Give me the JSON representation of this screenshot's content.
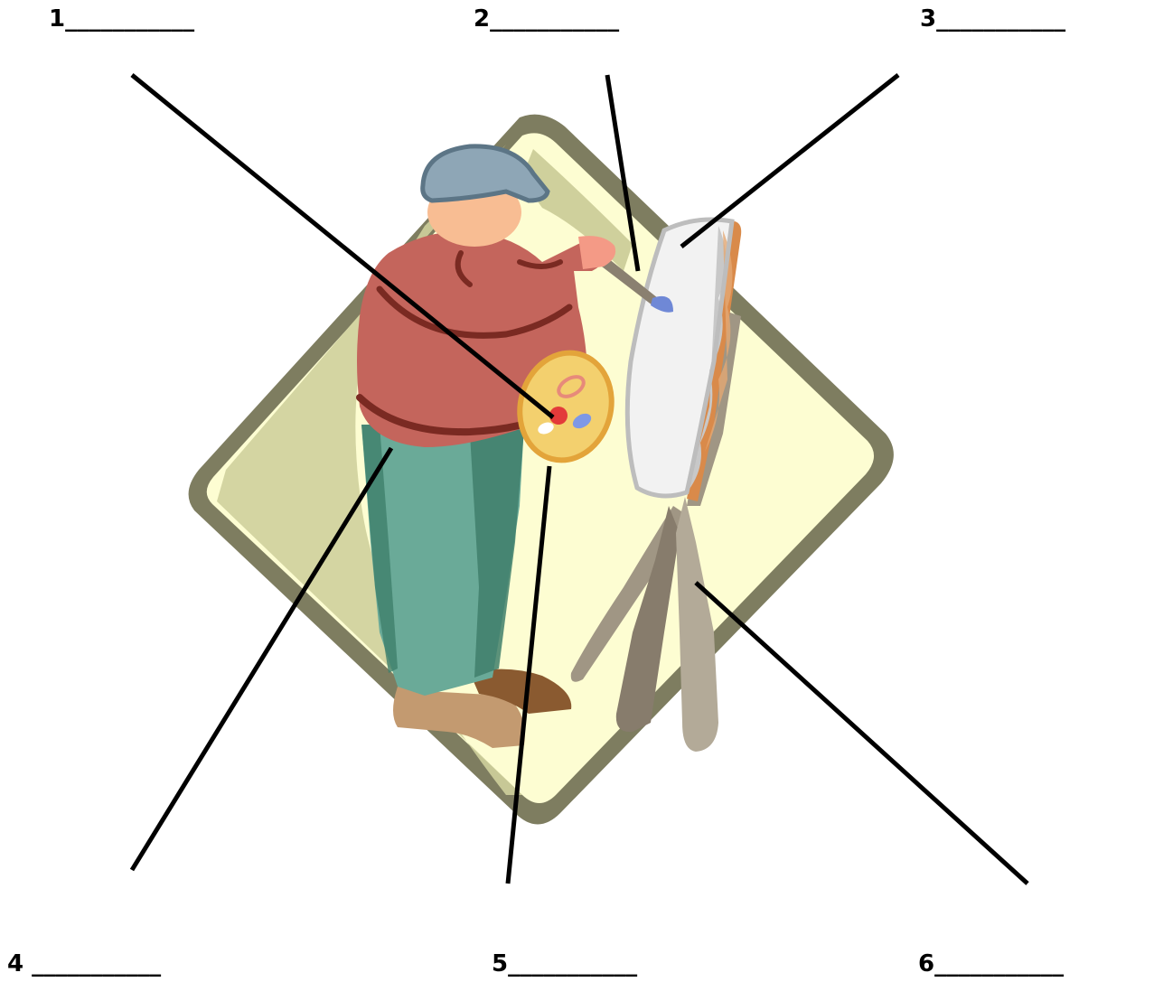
{
  "labels": {
    "l1": "1___________",
    "l2": "2___________",
    "l3": "3___________",
    "l4": "4 ___________",
    "l5": "5___________",
    "l6": "6___________"
  },
  "colors": {
    "frame_outer": "#7e7d60",
    "frame_mid": "#cfd09c",
    "frame_inner": "#fdfdd2",
    "cap": "#8ea6b6",
    "face": "#f8bd93",
    "sweater": "#c4655c",
    "sweater_dark": "#7a2a22",
    "pants": "#6aaa98",
    "pants_dark": "#3f7f6b",
    "shoes": "#c39a70",
    "shoes_dark": "#8a5a30",
    "palette": "#f3d06e",
    "palette_rim": "#e3a43a",
    "canvas": "#f2f2f2",
    "canvas_shade": "#c8c8c8",
    "easel": "#a09684",
    "easel_wood": "#d98a4a",
    "leader": "#000000"
  }
}
